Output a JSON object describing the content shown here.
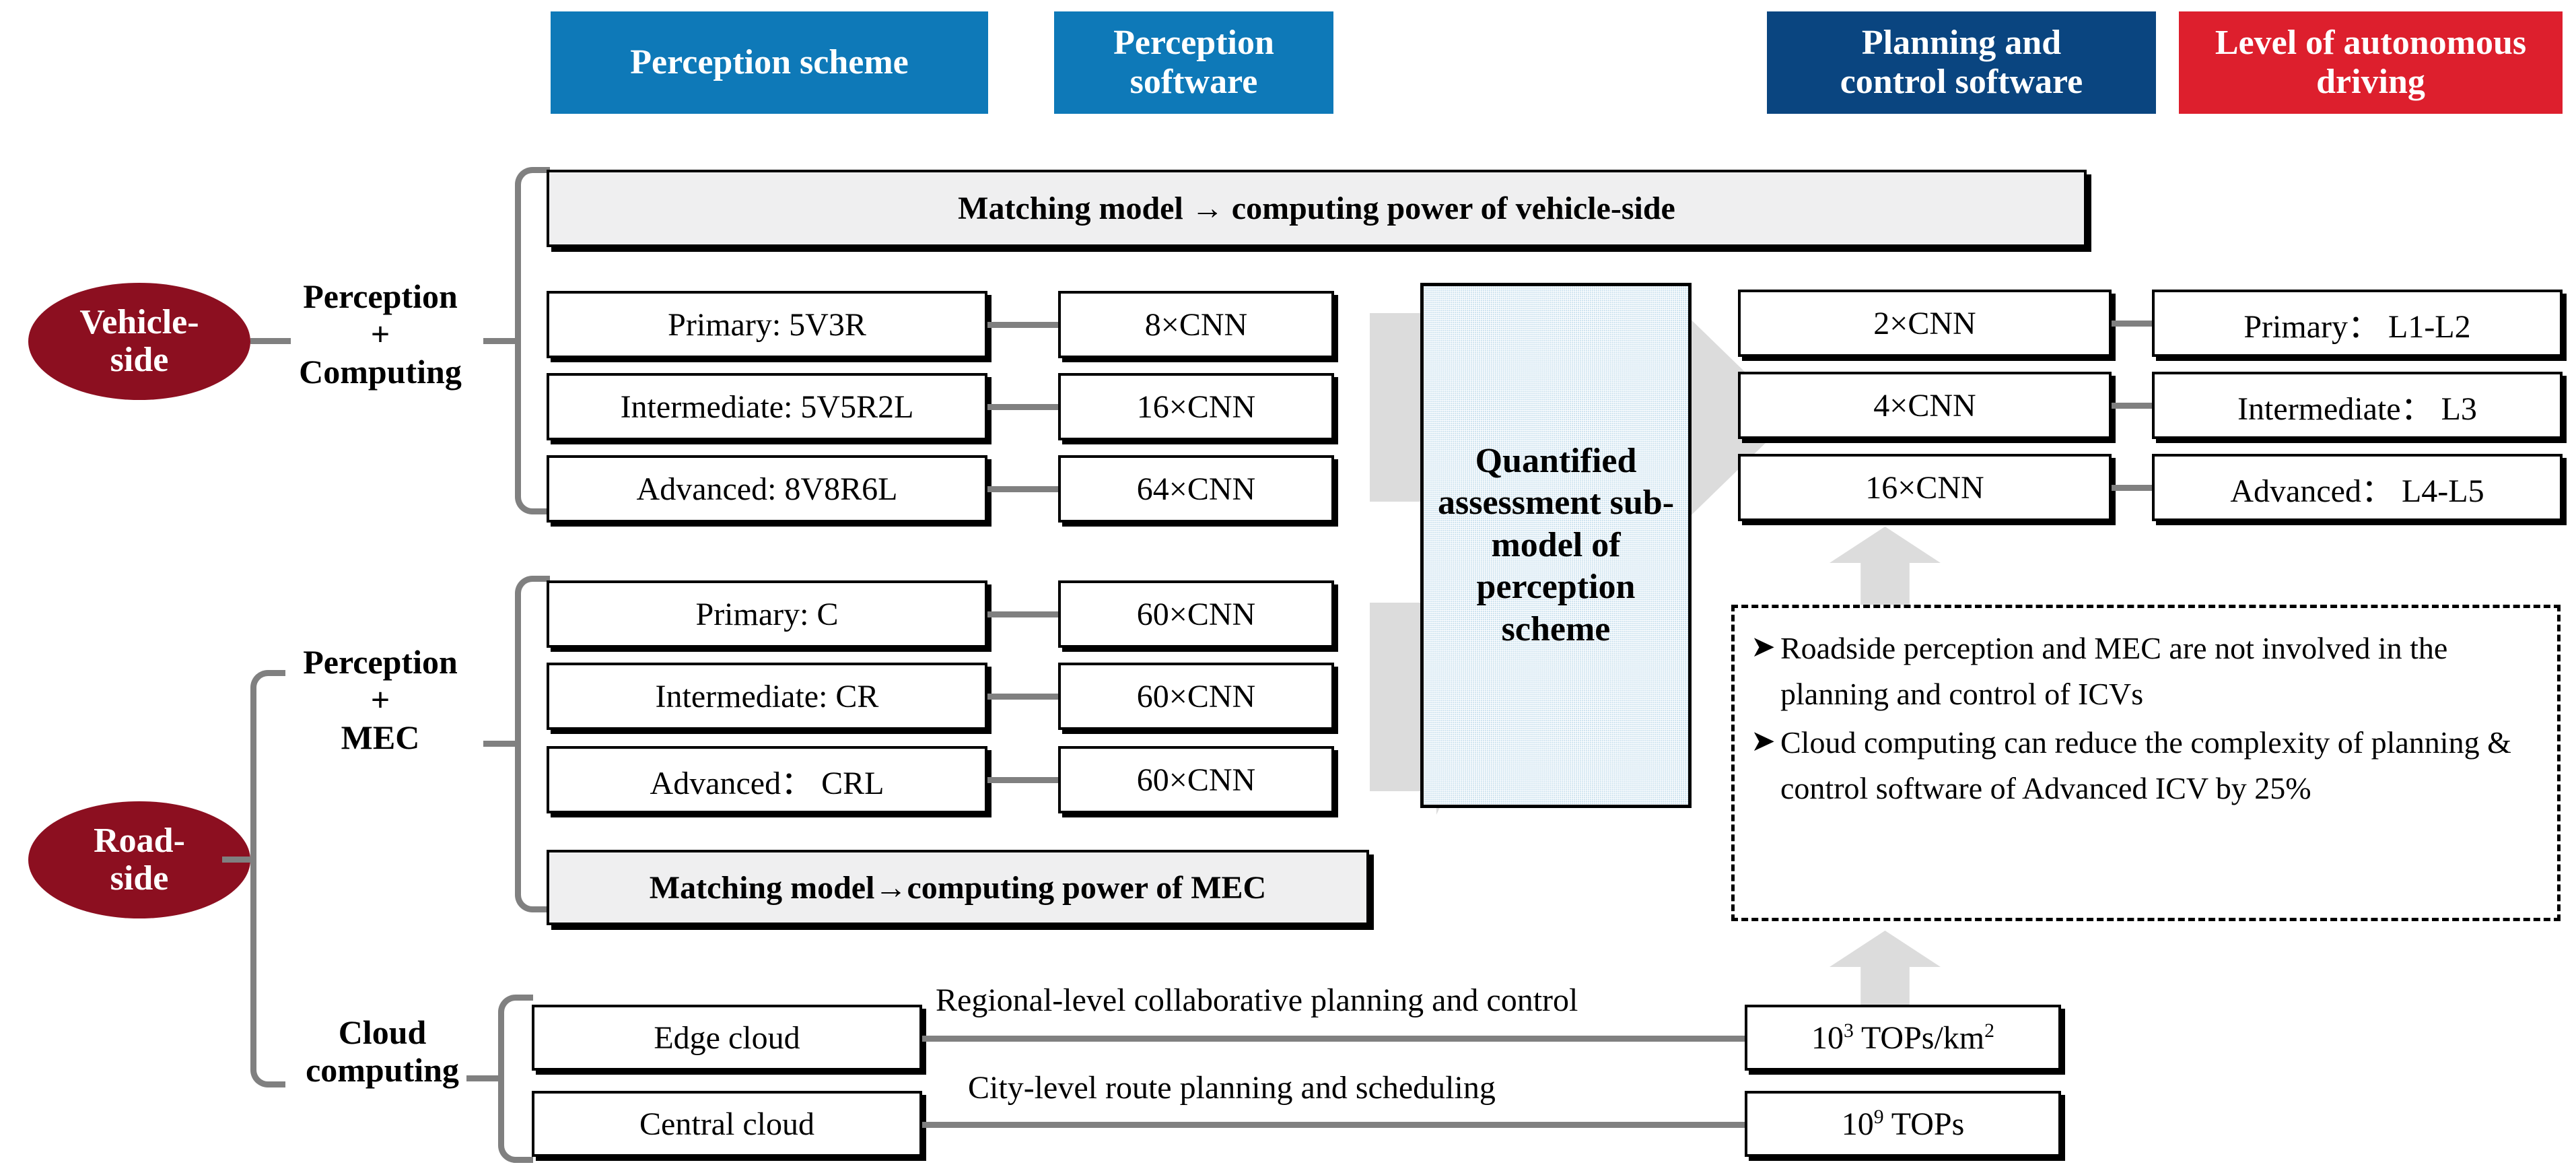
{
  "headers": [
    {
      "label": "Perception scheme",
      "color": "#0e79b8"
    },
    {
      "label": "Perception\nsoftware",
      "color": "#0e79b8"
    },
    {
      "label": "Planning and\ncontrol software",
      "color": "#0a4580"
    },
    {
      "label": "Level of autonomous\ndriving",
      "color": "#dd1f2d"
    }
  ],
  "nodes": {
    "vehicle_side": "Vehicle-\nside",
    "road_side": "Road-\nside"
  },
  "group_labels": {
    "perception_computing": "Perception\n+\nComputing",
    "perception_mec": "Perception\n+\nMEC",
    "cloud_computing": "Cloud\ncomputing"
  },
  "matching": {
    "vehicle": "Matching model → computing power of vehicle-side",
    "mec": "Matching model→computing power of MEC"
  },
  "vehicle_rows": [
    {
      "scheme": "Primary: 5V3R",
      "software": "8×CNN"
    },
    {
      "scheme": "Intermediate: 5V5R2L",
      "software": "16×CNN"
    },
    {
      "scheme": "Advanced: 8V8R6L",
      "software": "64×CNN"
    }
  ],
  "roadside_rows": [
    {
      "scheme": "Primary: C",
      "software": "60×CNN"
    },
    {
      "scheme": "Intermediate: CR",
      "software": "60×CNN"
    },
    {
      "scheme": "Advanced： CRL",
      "software": "60×CNN"
    }
  ],
  "center_box": "Quantified assessment sub-model of perception scheme",
  "planning_rows": [
    {
      "software": "2×CNN",
      "level": "Primary： L1-L2"
    },
    {
      "software": "4×CNN",
      "level": "Intermediate： L3"
    },
    {
      "software": "16×CNN",
      "level": "Advanced： L4-L5"
    }
  ],
  "note": {
    "bullet": "➤",
    "items": [
      "Roadside perception and MEC are not involved in the planning and control of ICVs",
      "Cloud computing can reduce the complexity of planning & control software of Advanced ICV by 25%"
    ]
  },
  "cloud_rows": [
    {
      "node": "Edge cloud",
      "link": "Regional-level collaborative planning and control",
      "capacity_base": "10",
      "capacity_exp": "3",
      "capacity_unit": " TOPs/km",
      "capacity_unit_exp": "2"
    },
    {
      "node": "Central cloud",
      "link": "City-level route planning and scheduling",
      "capacity_base": "10",
      "capacity_exp": "9",
      "capacity_unit": " TOPs",
      "capacity_unit_exp": ""
    }
  ],
  "icons": {
    "arrow_right": "right-chevron-arrow",
    "arrow_up": "up-block-arrow",
    "bracket": "curly-bracket"
  },
  "colors": {
    "brand_blue": "#0e79b8",
    "navy": "#0a4580",
    "red": "#dd1f2d",
    "maroon": "#8c0f20",
    "connector_gray": "#808080",
    "arrow_gray": "#dcdcdc",
    "panel_blue": "#cfe4f0",
    "panel_gray": "#efeff0"
  }
}
